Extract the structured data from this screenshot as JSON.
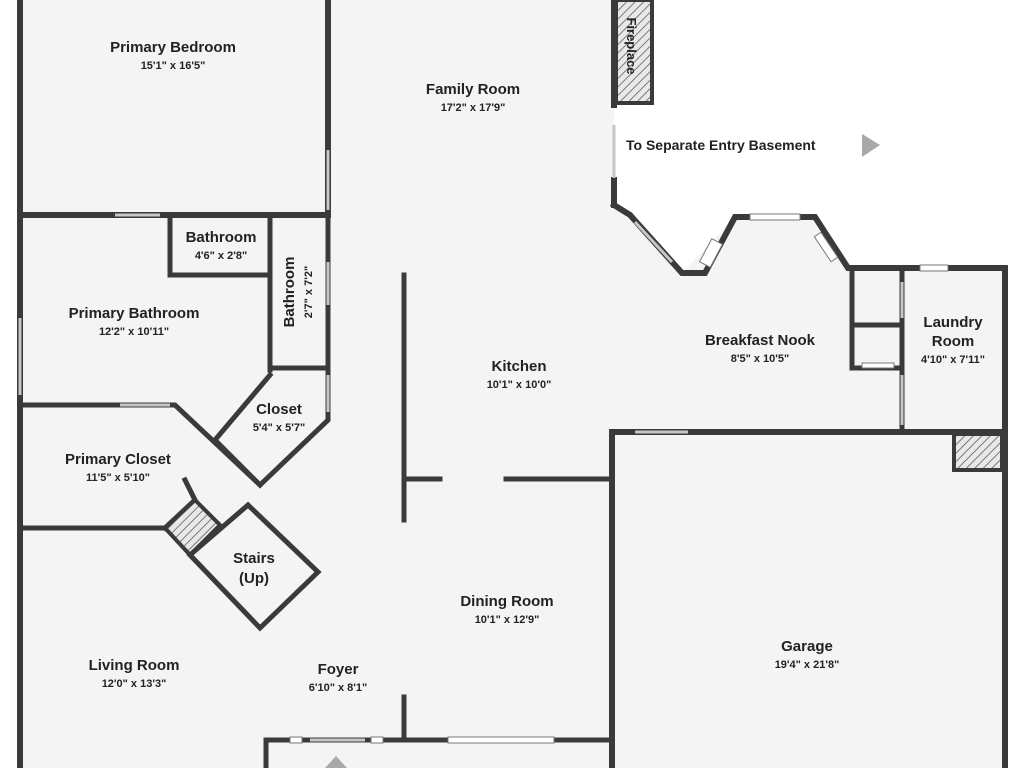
{
  "rooms": {
    "primary_bedroom": {
      "name": "Primary Bedroom",
      "dims": "15'1\" x 16'5\""
    },
    "family_room": {
      "name": "Family Room",
      "dims": "17'2\" x 17'9\""
    },
    "bathroom_small": {
      "name": "Bathroom",
      "dims": "4'6\" x 2'8\""
    },
    "bathroom_vertical": {
      "name": "Bathroom",
      "dims": "2'7\" x 7'2\""
    },
    "primary_bathroom": {
      "name": "Primary Bathroom",
      "dims": "12'2\" x 10'11\""
    },
    "closet": {
      "name": "Closet",
      "dims": "5'4\" x 5'7\""
    },
    "primary_closet": {
      "name": "Primary Closet",
      "dims": "11'5\" x 5'10\""
    },
    "kitchen": {
      "name": "Kitchen",
      "dims": "10'1\" x 10'0\""
    },
    "breakfast_nook": {
      "name": "Breakfast Nook",
      "dims": "8'5\" x 10'5\""
    },
    "laundry_room": {
      "name_line1": "Laundry",
      "name_line2": "Room",
      "dims": "4'10\" x 7'11\""
    },
    "stairs": {
      "name_line1": "Stairs",
      "name_line2": "(Up)"
    },
    "dining_room": {
      "name": "Dining Room",
      "dims": "10'1\" x 12'9\""
    },
    "living_room": {
      "name": "Living Room",
      "dims": "12'0\" x 13'3\""
    },
    "foyer": {
      "name": "Foyer",
      "dims": "6'10\" x 8'1\""
    },
    "garage": {
      "name": "Garage",
      "dims": "19'4\" x 21'8\""
    }
  },
  "labels": {
    "fireplace": "Fireplace",
    "basement_note": "To Separate Entry Basement"
  },
  "colors": {
    "wall": "#3a3a3a",
    "floor": "#f4f4f4",
    "window": "#c7c7c7",
    "arrow": "#a8a8a8"
  }
}
